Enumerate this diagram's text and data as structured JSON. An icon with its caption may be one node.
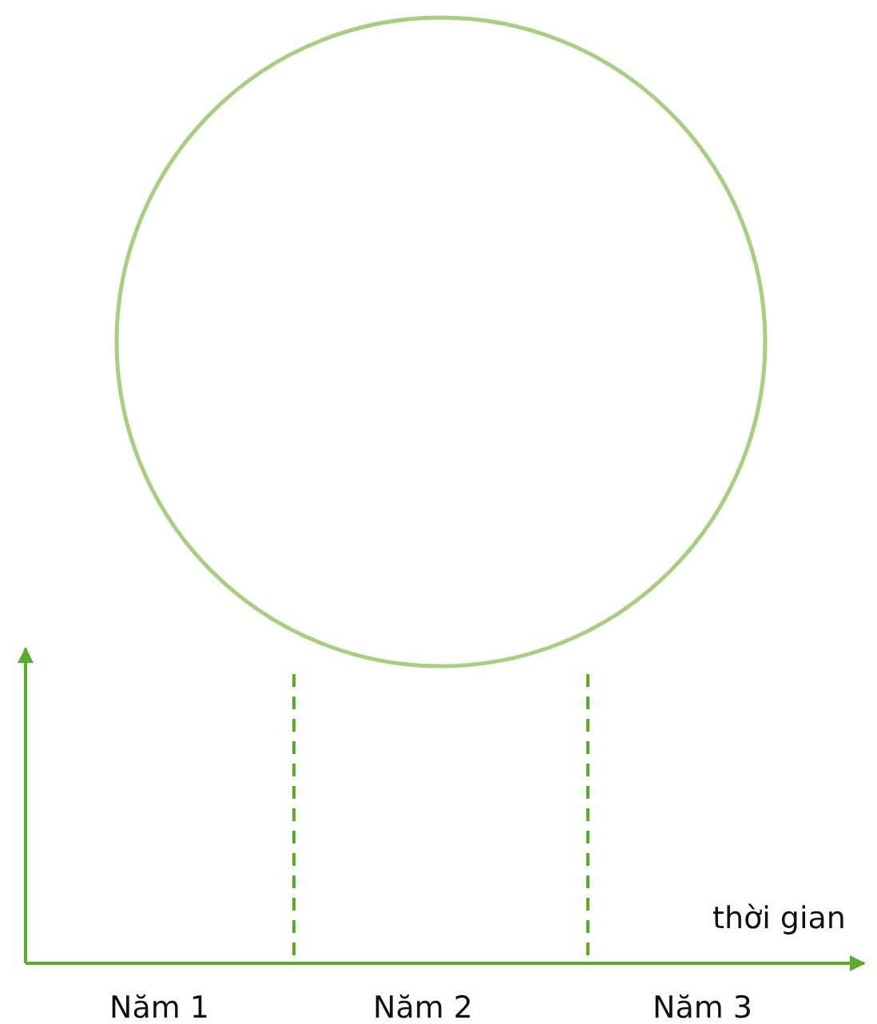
{
  "diagram": {
    "nodes": [
      {
        "text": [],
        "shape": "circle"
      }
    ],
    "labels": [
      "thời gian",
      "Năm 1",
      "Năm 2",
      "Năm 3"
    ]
  }
}
